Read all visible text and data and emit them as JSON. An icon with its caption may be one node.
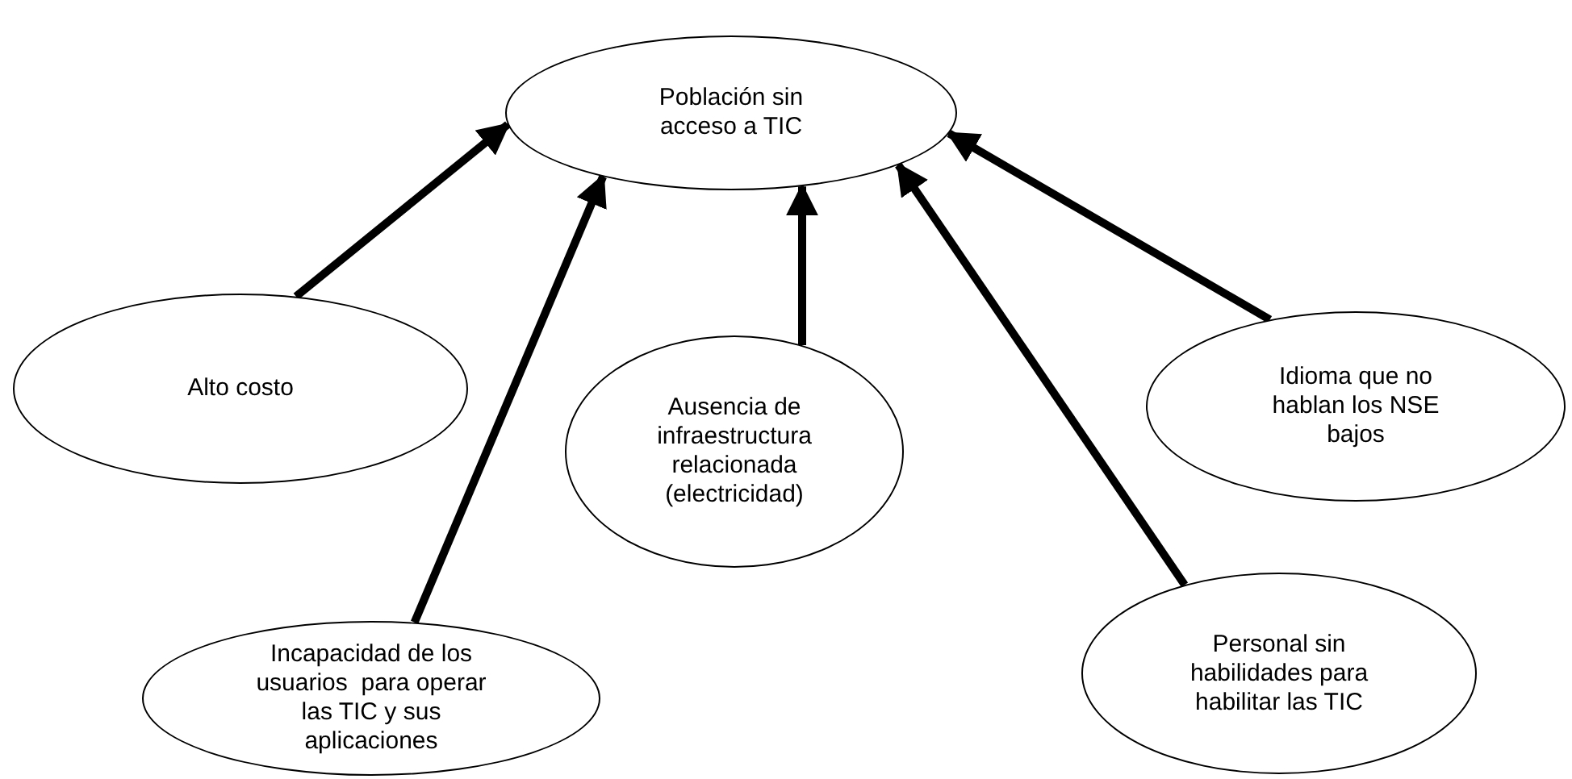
{
  "diagram": {
    "nodes": [
      {
        "text": [
          "Población sin acceso a TIC"
        ]
      },
      {
        "text": [
          "Alto costo"
        ]
      },
      {
        "text": [
          "Ausencia de infraestructura relacionada (electricidad)"
        ]
      },
      {
        "text": [
          "Idioma que no hablan los NSE bajos"
        ]
      },
      {
        "text": [
          "Incapacidad de los usuarios  para operar las TIC y sus aplicaciones"
        ]
      },
      {
        "text": [
          "Personal sin habilidades para habilitar las TIC"
        ]
      }
    ],
    "edges": [
      {
        "from": 1,
        "to": 0,
        "arrow": "to"
      },
      {
        "from": 4,
        "to": 0,
        "arrow": "to"
      },
      {
        "from": 2,
        "to": 0,
        "arrow": "to"
      },
      {
        "from": 5,
        "to": 0,
        "arrow": "to"
      },
      {
        "from": 3,
        "to": 0,
        "arrow": "to"
      }
    ]
  }
}
